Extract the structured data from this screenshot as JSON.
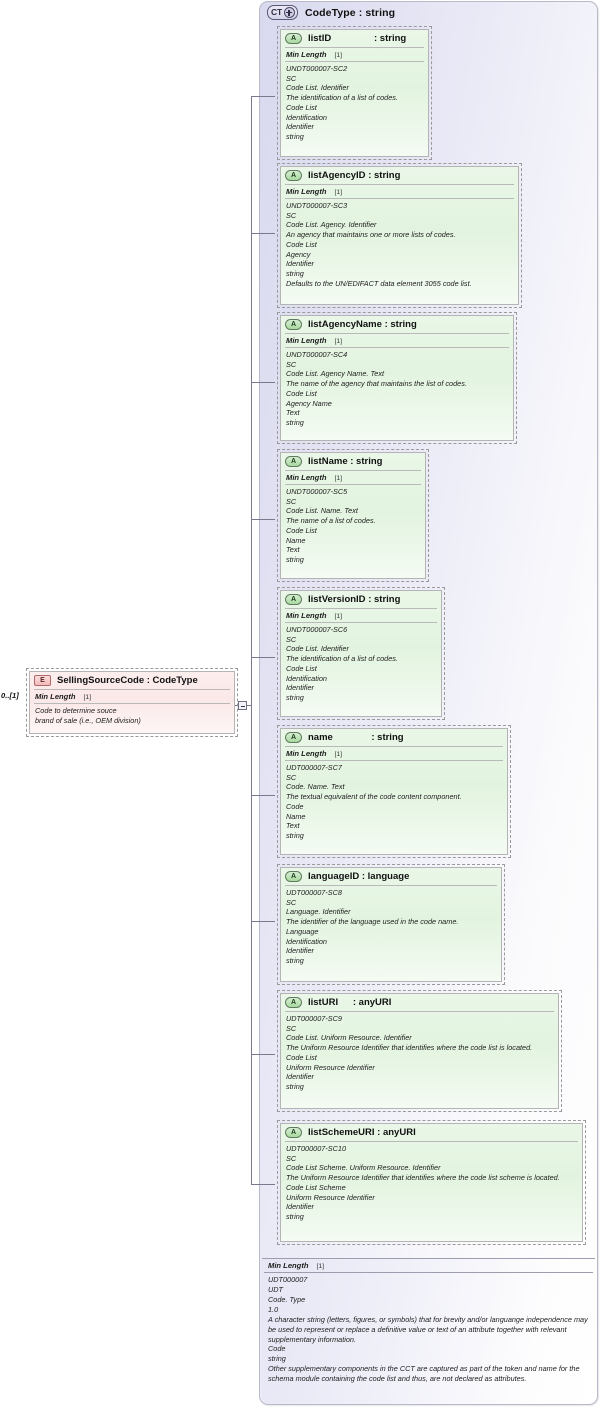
{
  "diagram": {
    "kind": "xsd-schema-diagram",
    "complex_type": {
      "badge": "CT",
      "badge_icon": "plus-box-icon",
      "title": "CodeType : string",
      "facet_label": "Min Length",
      "facet_cardinality": "[1]",
      "documentation": [
        "UDT000007",
        "UDT",
        "Code. Type",
        "1.0",
        "A character string (letters, figures, or symbols) that for brevity and/or languange independence may be used to represent or replace a definitive value or text of an attribute together with relevant supplementary information.",
        "Code",
        "string",
        "Other supplementary components in the CCT are captured as part of the token and name for the schema module containing the code list and thus, are not declared as attributes."
      ]
    },
    "element": {
      "badge": "E",
      "title": "SellingSourceCode : CodeType",
      "occurrence": "0..[1]",
      "facet_label": "Min Length",
      "facet_cardinality": "[1]",
      "documentation": [
        "Code to determine souce",
        "brand of sale (i.e., OEM division)"
      ]
    },
    "attributes": [
      {
        "badge": "A",
        "name": "listID",
        "type": ": string",
        "facet_label": "Min Length",
        "facet_cardinality": "[1]",
        "documentation": [
          "UNDT000007-SC2",
          "SC",
          "Code List. Identifier",
          "The identification of a list of codes.",
          "Code List",
          "Identification",
          "Identifier",
          "string"
        ]
      },
      {
        "badge": "A",
        "name": "listAgencyID",
        "type": ": string",
        "facet_label": "Min Length",
        "facet_cardinality": "[1]",
        "documentation": [
          "UNDT000007-SC3",
          "SC",
          "Code List. Agency. Identifier",
          "An agency that maintains one or more lists of codes.",
          "Code List",
          "Agency",
          "Identifier",
          "string",
          "Defaults to the UN/EDIFACT data element 3055 code list."
        ]
      },
      {
        "badge": "A",
        "name": "listAgencyName",
        "type": ": string",
        "facet_label": "Min Length",
        "facet_cardinality": "[1]",
        "documentation": [
          "UNDT000007-SC4",
          "SC",
          "Code List. Agency Name. Text",
          "The name of the agency that maintains the list of codes.",
          "Code List",
          "Agency Name",
          "Text",
          "string"
        ]
      },
      {
        "badge": "A",
        "name": "listName",
        "type": ": string",
        "facet_label": "Min Length",
        "facet_cardinality": "[1]",
        "documentation": [
          "UNDT000007-SC5",
          "SC",
          "Code List. Name. Text",
          "The name of a list of codes.",
          "Code List",
          "Name",
          "Text",
          "string"
        ]
      },
      {
        "badge": "A",
        "name": "listVersionID",
        "type": ": string",
        "facet_label": "Min Length",
        "facet_cardinality": "[1]",
        "documentation": [
          "UNDT000007-SC6",
          "SC",
          "Code List. Identifier",
          "The identification of a list of codes.",
          "Code List",
          "Identification",
          "Identifier",
          "string"
        ]
      },
      {
        "badge": "A",
        "name": "name",
        "type": ": string",
        "facet_label": "Min Length",
        "facet_cardinality": "[1]",
        "documentation": [
          "UDT000007-SC7",
          "SC",
          "Code. Name. Text",
          "The textual equivalent of the code content component.",
          "Code",
          "Name",
          "Text",
          "string"
        ]
      },
      {
        "badge": "A",
        "name": "languageID",
        "type": ": language",
        "facet_label": "",
        "facet_cardinality": "",
        "documentation": [
          "UDT000007-SC8",
          "SC",
          "Language. Identifier",
          "The identifier of the language used in the code name.",
          "Language",
          "Identification",
          "Identifier",
          "string"
        ]
      },
      {
        "badge": "A",
        "name": "listURI",
        "type": ": anyURI",
        "facet_label": "",
        "facet_cardinality": "",
        "documentation": [
          "UDT000007-SC9",
          "SC",
          "Code List. Uniform Resource. Identifier",
          "The Uniform Resource Identifier that identifies where the code list is located.",
          "Code List",
          "Uniform Resource Identifier",
          "Identifier",
          "string"
        ]
      },
      {
        "badge": "A",
        "name": "listSchemeURI",
        "type": ": anyURI",
        "facet_label": "",
        "facet_cardinality": "",
        "documentation": [
          "UDT000007-SC10",
          "SC",
          "Code List Scheme. Uniform Resource. Identifier",
          "The Uniform Resource Identifier that identifies where the code list scheme is located.",
          "Code List Scheme",
          "Uniform Resource Identifier",
          "Identifier",
          "string"
        ]
      }
    ],
    "colors": {
      "attribute_fill": "#e2f4df",
      "element_fill": "#fbe8e8",
      "panel_fill": "#dcdcf0",
      "connector": "#7a7a8e"
    }
  }
}
